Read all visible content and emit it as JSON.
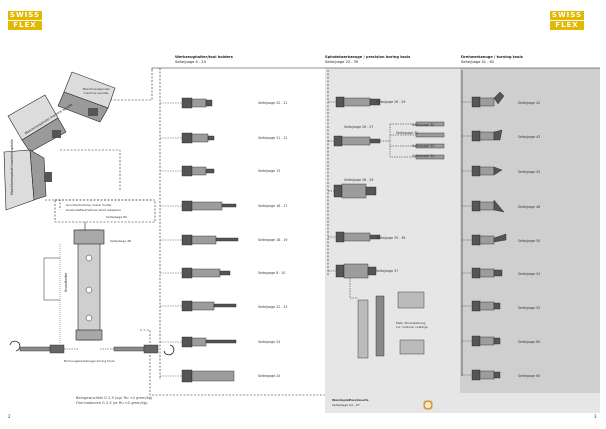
{
  "logo": {
    "line1": "SWISS",
    "line2": "FLEX"
  },
  "columns": {
    "tool_holders": {
      "title": "Werkzeughalter/tool holders",
      "ref": "Seite/page 4 - 24"
    },
    "spindles": {
      "title": "Spindelwerkzeuge / precision boring tools",
      "ref": "Seite/page 25 - 39"
    },
    "turning": {
      "title": "Drehwerkzeuge / turning tools",
      "ref": "Seite/page 41 - 62"
    }
  },
  "machine_labels": {
    "machine_1": "Maschinenspindel machine spindle",
    "machine_2": "Maschinenspindel machine spindle",
    "machine_3": "Maschinenspindel machine spindle"
  },
  "left_labels": {
    "basic_holder": "Grundaufnahme / basic holder",
    "adapter": "Kurzschaftaufnahme/ short adapters",
    "shank": "Grundhalter",
    "bottom": "Bohrungswerkzeuge/ boring tools",
    "ref_a": "Seite/page 60",
    "ref_b": "Seite/page 48"
  },
  "holder_refs": [
    "Seite/page 20 - 21",
    "Seite/page 11 - 12",
    "Seite/page 13",
    "Seite/page 16 - 17",
    "Seite/page 18 - 19",
    "Seite/page 8 - 10",
    "Seite/page 22 - 23",
    "Seite/page 24",
    "Seite/page 24"
  ],
  "spindle_refs": [
    "Seite/page 26 - 29",
    "Seite/page 26 - 27",
    "Seite/page 32",
    "Seite/page 30",
    "Seite/page 33",
    "Seite/page 34",
    "Seite/page 28 - 29",
    "Seite/page 35 - 36",
    "Seite/page 37"
  ],
  "modular": {
    "title": "Mehr Modulsetzung",
    "sub": "zur modular coatings"
  },
  "turning_refs": [
    "Seite/page 42",
    "Seite/page 43",
    "Seite/page 45",
    "Seite/page 46",
    "Seite/page 50",
    "Seite/page 54",
    "Seite/page 55",
    "Seite/page 60",
    "Seite/page 60"
  ],
  "footer": {
    "note1": "Beingewuchtet G 2,5 (vgl. Ru <2 gmm/kg)",
    "note2": "Fine balanced G 2,5 (or Ru <2 gmm/kg)",
    "bottom_title": "Wendeplatten/inserts",
    "bottom_ref": "Seite/page 64 - 67",
    "page_left": "2",
    "page_right": "3"
  },
  "colors": {
    "panel_grey": "#e4e4e4",
    "panel_dark": "#cfcfcf",
    "accent": "#e2b800",
    "ring": "#e08a00"
  }
}
